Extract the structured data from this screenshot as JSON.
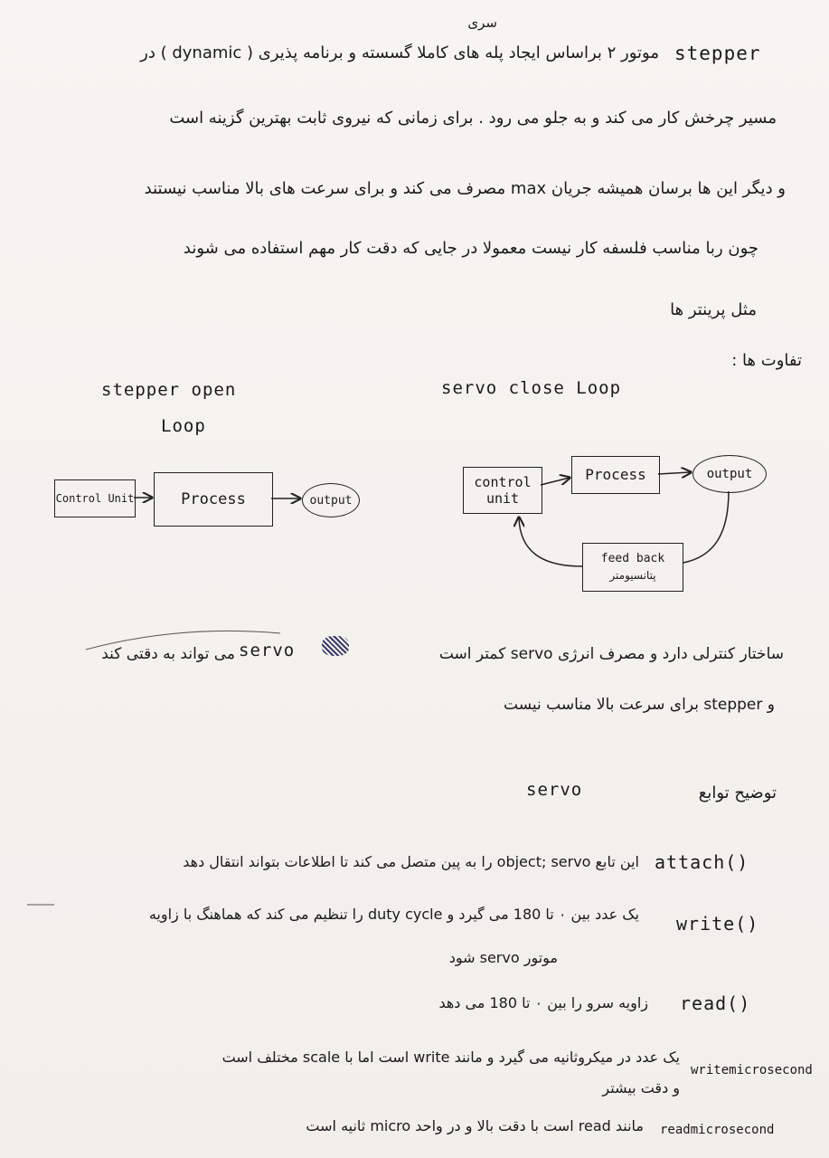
{
  "intro": {
    "line1": "موتور ۲ براساس ایجاد پله های کاملا گسسته و برنامه پذیری ( dynamic ) در",
    "line1_stepper": "stepper",
    "above_note": "سری",
    "line2": "مسیر چرخش کار می کند و به جلو می رود . برای زمانی که نیروی ثابت بهترین گزینه است",
    "line3": "و دیگر این ها برسان همیشه جریان max مصرف می کند و برای سرعت های بالا مناسب نیستند",
    "line4": "چون ربا مناسب فلسفه کار نیست معمولا در جایی که دقت کار مهم استفاده می شوند",
    "line5": "مثل پرینتر ها"
  },
  "differences": {
    "heading": "تفاوت ها :"
  },
  "diagrams": {
    "open": {
      "title_line1": "stepper open",
      "title_line2": "Loop",
      "control_unit": "Control Unit",
      "process": "Process",
      "output": "output"
    },
    "closed": {
      "title": "servo close Loop",
      "control_line1": "control",
      "control_line2": "unit",
      "process": "Process",
      "output": "output",
      "feedback_line1": "feed back",
      "feedback_line2": "پتانسیومتر"
    }
  },
  "comparison": {
    "line1_servo_left": "servo",
    "line1_rest": "ساختار کنترلی دارد و مصرف انرژی servo کمتر است",
    "line1_end": "می تواند به دقتی کند",
    "line2": "و stepper برای سرعت بالا مناسب نیست"
  },
  "functions": {
    "heading": "توضیح توابع",
    "heading_servo": "servo",
    "rows": [
      {
        "name": "attach()",
        "desc": "این تابع object; servo را به پین متصل می کند تا اطلاعات بتواند انتقال دهد"
      },
      {
        "name": "write()",
        "desc": "یک عدد بین ۰ تا 180 می گیرد و duty cycle را تنظیم می کند که هماهنگ با زاویه",
        "desc2": "موتور servo شود"
      },
      {
        "name": "read()",
        "desc": "زاویه سرو را بین ۰ تا 180 می دهد"
      },
      {
        "name": "writemicrosecond",
        "desc": "یک عدد در میکروثانیه می گیرد و مانند write است اما با scale مختلف است",
        "desc2": "و دقت بیشتر"
      },
      {
        "name": "readmicrosecond",
        "desc": "مانند read است با دقت بالا و در واحد micro ثانیه است"
      }
    ]
  }
}
